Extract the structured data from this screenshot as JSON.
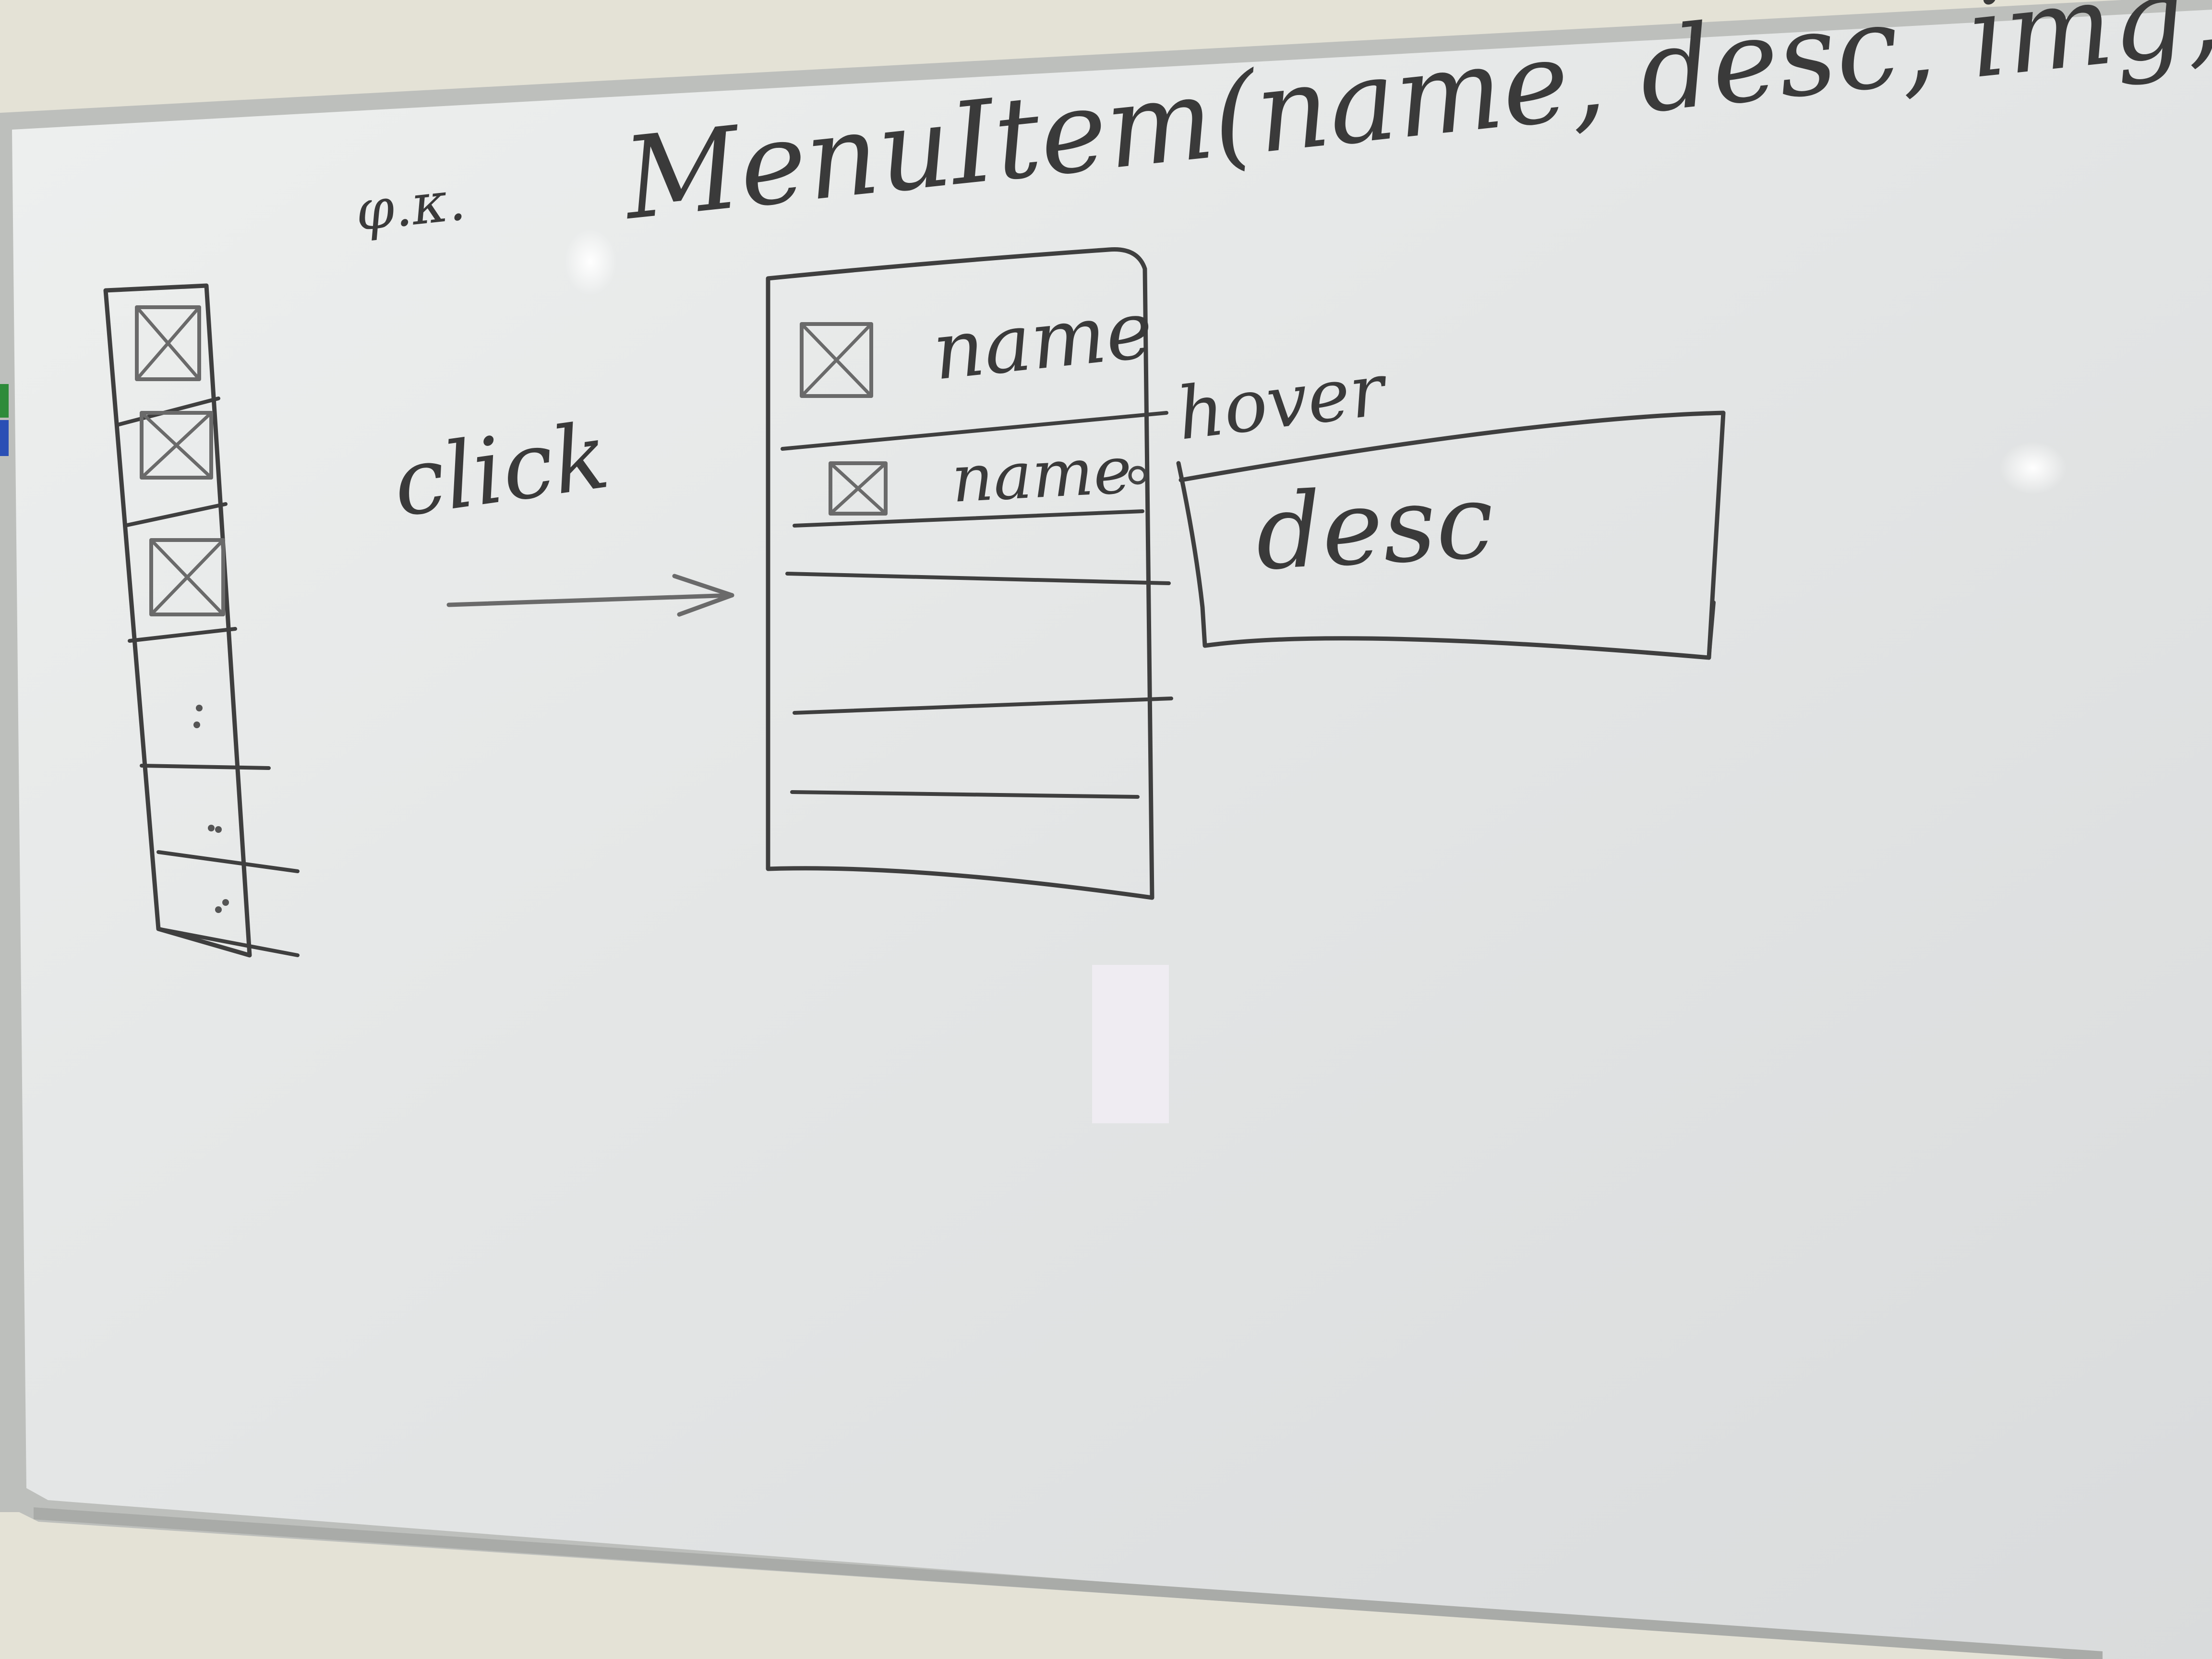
{
  "whiteboard": {
    "title_note": "φ.κ.",
    "heading": "MenuItem(name, desc, img, url)"
  },
  "sidebar_sketch": {
    "icon_items": 3,
    "dot_items": 3
  },
  "annotations": {
    "click_label": "click",
    "hover_label": "hover"
  },
  "menu_panel": {
    "items": [
      {
        "label": "name"
      },
      {
        "label": "name"
      }
    ]
  },
  "tooltip": {
    "text": "desc"
  },
  "colors": {
    "ink": "#3f3f3f",
    "board": "#e9ebea",
    "frame": "#b9bbb8",
    "wall": "#e6e4d8"
  }
}
